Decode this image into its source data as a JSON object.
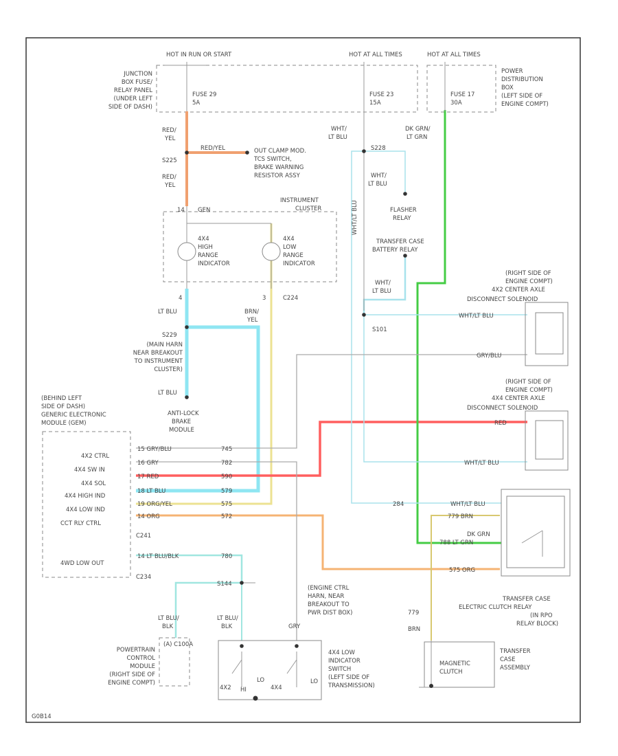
{
  "colors": {
    "red_yel": "#f0a070",
    "lt_blu": "#8fe6f2",
    "brn_yel": "#ece292",
    "red": "#ff5f5f",
    "org": "#f5b373",
    "lt_grn": "#44cc44",
    "wht_lt_blu": "#a8e2ec",
    "gry": "#aaaaaa",
    "org_yel": "#d8c870",
    "lt_blu_blk": "#a0e6e0"
  },
  "power": {
    "hot_run_start": "HOT IN RUN OR START",
    "hot_at_all_times": "HOT AT ALL TIMES",
    "hot_at_all_times_2": "HOT AT ALL TIMES",
    "fuse29": "FUSE 29",
    "fuse29_amp": "5A",
    "fuse23": "FUSE 23",
    "fuse23_amp": "15A",
    "fuse17": "FUSE 17",
    "fuse17_amp": "30A",
    "junction_box": [
      "JUNCTION",
      "BOX FUSE/",
      "RELAY PANEL",
      "(UNDER LEFT",
      "SIDE OF DASH)"
    ],
    "pdb": [
      "POWER",
      "DISTRIBUTION",
      "BOX",
      "(LEFT SIDE OF",
      "ENGINE COMPT)"
    ]
  },
  "labels": {
    "red": "RED/",
    "yel": "YEL",
    "red2": "RED/",
    "yel2": "YEL",
    "s225": "S225",
    "red_yel_wire": "RED/YEL",
    "clamp_text": [
      "OUT CLAMP MOD.",
      "TCS SWITCH,",
      "BRAKE WARNING",
      "RESISTOR ASSY"
    ],
    "wht_lt_blu_top": [
      "WHT/",
      "LT BLU"
    ],
    "dk_grn_lt_grn": [
      "DK GRN/",
      "LT GRN"
    ],
    "s228": "S228",
    "wht_lt_blu_flasher": [
      "WHT/",
      "LT BLU"
    ],
    "flasher_relay": [
      "FLASHER",
      "RELAY"
    ],
    "transfer_case_battery_relay": [
      "TRANSFER CASE",
      "BATTERY RELAY"
    ],
    "wht_lt_blu_vertical": "WHT/LT BLU",
    "instrument_cluster": [
      "INSTRUMENT",
      "CLUSTER"
    ],
    "c_4": "14",
    "c_gen": "GEN",
    "high_range": [
      "4X4",
      "HIGH",
      "RANGE",
      "INDICATOR"
    ],
    "low_range": [
      "4X4",
      "LOW",
      "RANGE",
      "INDICATOR"
    ],
    "pin4": "4",
    "pin3": "3",
    "c224": "C224",
    "lt_blu_1": "LT BLU",
    "brn_yel": [
      "BRN/",
      "YEL"
    ],
    "wht_lt_blu_2": [
      "WHT/",
      "LT BLU"
    ],
    "s101": "S101",
    "s229": "S229",
    "breakout": [
      "(MAIN HARN",
      "NEAR BREAKOUT",
      "TO INSTRUMENT",
      "CLUSTER)"
    ],
    "lt_blu_2": "LT BLU",
    "behind_dash": [
      "(BEHIND LEFT",
      "SIDE OF DASH)",
      "GENERIC ELECTRONIC",
      "MODULE (GEM)"
    ],
    "antilock": [
      "ANTI-LOCK",
      "BRAKE",
      "MODULE"
    ],
    "axle_ctrl": "4X2 CTRL",
    "sw_in": "4X4 SW IN",
    "axle_sol": "4X4 SOL",
    "high_ind": "4X4 HIGH IND",
    "low_ind": "4X4 LOW IND",
    "rly_ctrl": "CCT RLY CTRL",
    "c241": "C241",
    "low_out": "4WD LOW OUT",
    "c234": "C234",
    "right_side_1": [
      "(RIGHT SIDE OF",
      "ENGINE COMPT)",
      "4X2 CENTER AXLE",
      "DISCONNECT SOLENOID"
    ],
    "wht_lt_blu_3": "WHT/LT BLU",
    "gry_blu_1": "GRY/BLU",
    "right_side_2": [
      "(RIGHT SIDE OF",
      "ENGINE COMPT)",
      "4X4 CENTER AXLE",
      "DISCONNECT SOLENOID"
    ],
    "red_wire": "RED",
    "wht_lt_blu_4": "WHT/LT BLU",
    "pin_15_gry_blu": "15  GRY/BLU",
    "pin_16_gry": "16  GRY",
    "pin_17_red": "17  RED",
    "pin_18_lt_blu": "18  LT BLU",
    "pin_19_org_yel": "19  ORG/YEL",
    "pin_14_org": "14  ORG",
    "pin_14_lt_blu_blk": "14  LT BLU/BLK",
    "p_745": "745",
    "p_782": "782",
    "p_590": "590",
    "p_579": "579",
    "p_575": "575",
    "p_572": "572",
    "p_780": "780",
    "s144": "S144",
    "p_284": "284",
    "wht_lt_blu_5": "WHT/LT BLU",
    "brn_pin": "779  BRN",
    "dk_grn": "DK GRN",
    "lt_grn_pin": "788  LT GRN",
    "org_pin": "575  ORG",
    "engine_ctrl": [
      "(ENGINE CTRL",
      "HARN, NEAR",
      "BREAKOUT TO",
      "PWR DIST BOX)"
    ],
    "transfer_relay": [
      "TRANSFER CASE",
      "ELECTRIC CLUTCH RELAY",
      "(IN RPO",
      "RELAY BLOCK)"
    ],
    "lt_blu_blk_1": [
      "LT BLU/",
      "BLK"
    ],
    "lt_blu_blk_2": [
      "LT BLU/",
      "BLK"
    ],
    "gry_1": "GRY",
    "pcm": [
      "POWERTRAIN",
      "CONTROL",
      "MODULE",
      "(RIGHT SIDE OF",
      "ENGINE COMPT)"
    ],
    "pcm_conn": "(A) C100A",
    "p_779": "779",
    "brn_2": "BRN",
    "axle_switch": [
      "4X4 LOW",
      "INDICATOR",
      "SWITCH",
      "(LEFT SIDE OF",
      "TRANSMISSION)"
    ],
    "sw_4x2": "4X2",
    "sw_lo": "LO",
    "sw_hi": "HI",
    "sw_4x4": "4X4",
    "sw_low": "LO",
    "magnetic_clutch": [
      "MAGNETIC",
      "CLUTCH"
    ],
    "transfer_case_assy": [
      "TRANSFER",
      "CASE",
      "ASSEMBLY"
    ],
    "footer_code": "G0B14"
  }
}
